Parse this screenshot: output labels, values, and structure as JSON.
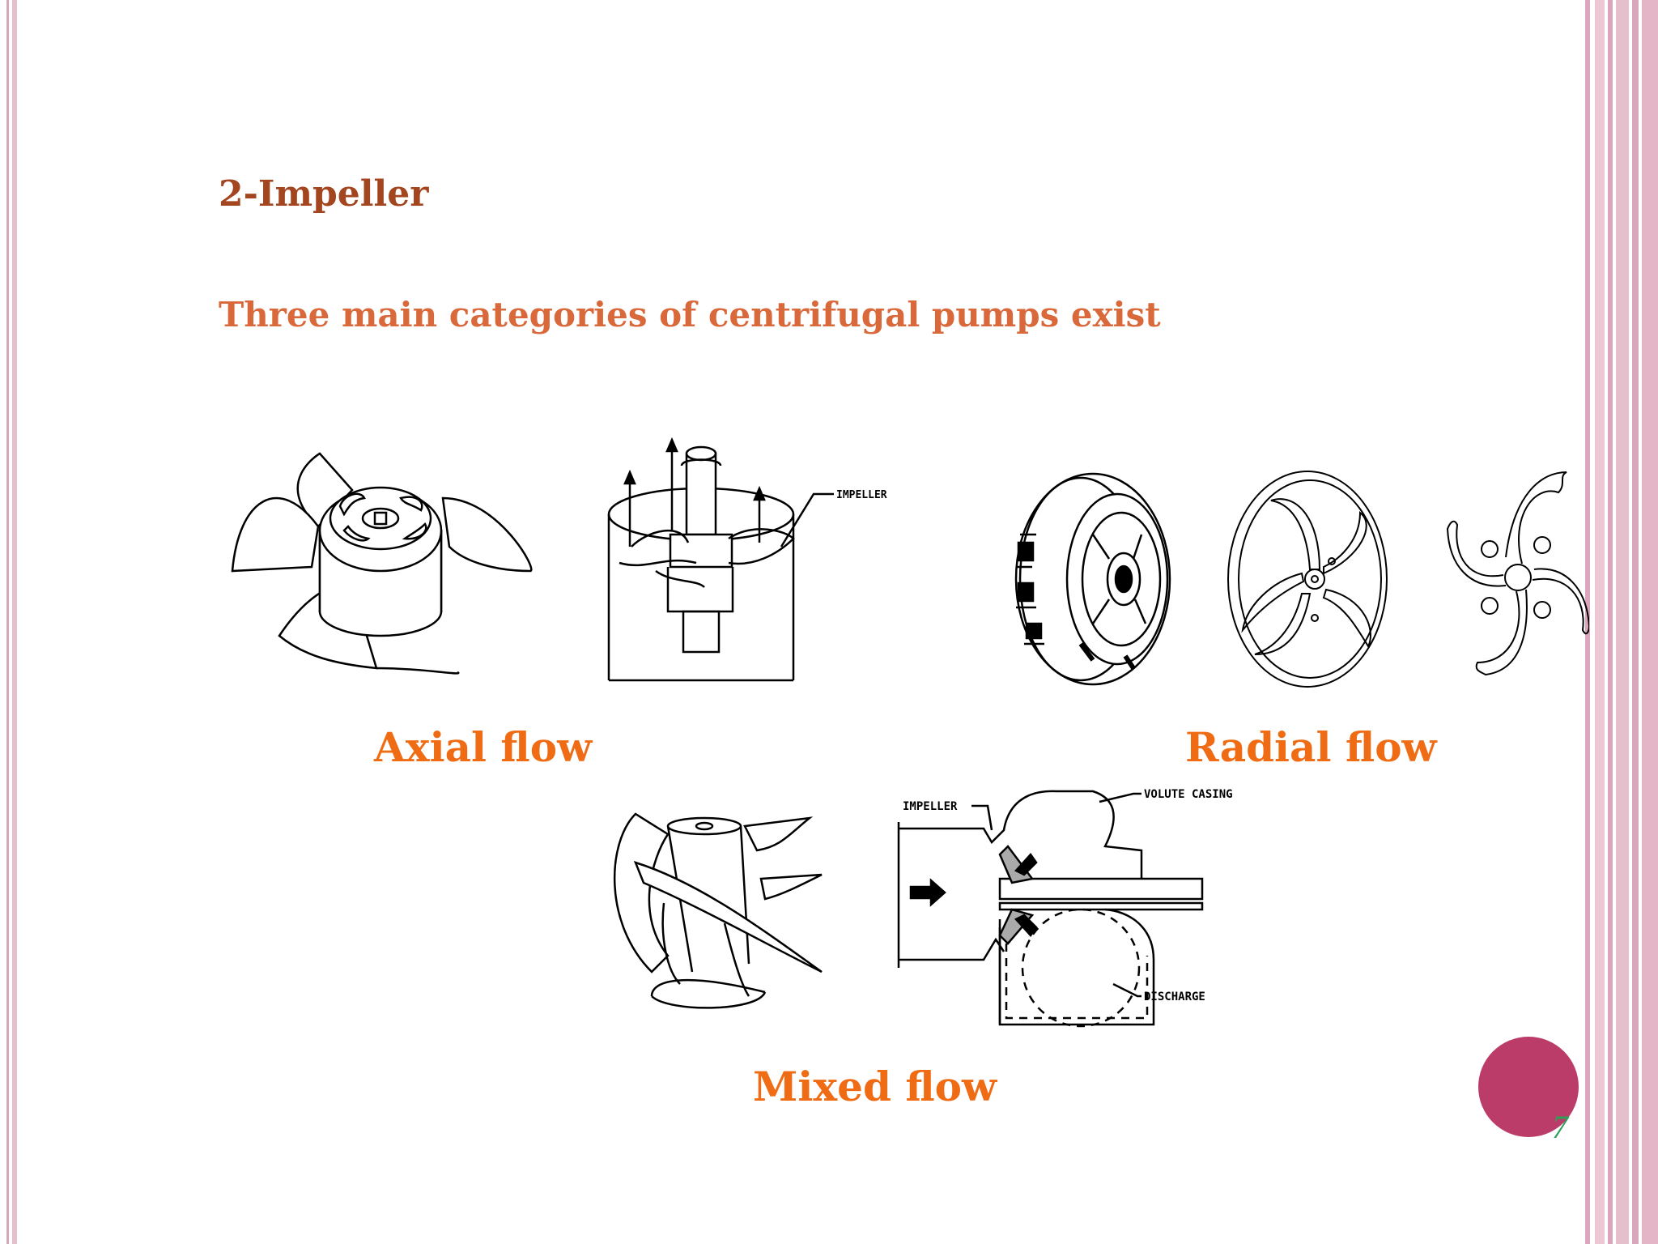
{
  "slide": {
    "title": "2-Impeller",
    "subtitle": "Three main categories of centrifugal pumps exist",
    "page_number": "7"
  },
  "labels": {
    "axial": "Axial flow",
    "radial": "Radial flow",
    "mixed": "Mixed flow"
  },
  "figures": {
    "axial_section_callout": "IMPELLER",
    "mixed_section_callouts": {
      "impeller": "IMPELLER",
      "volute": "VOLUTE CASING",
      "discharge": "DISCHARGE"
    }
  },
  "colors": {
    "title": "#a3451e",
    "subtitle": "#d9683a",
    "category_label": "#ef6c14",
    "page_circle": "#bb3c68",
    "page_number": "#2ea05a",
    "border_pink": "#d9a6bb"
  }
}
